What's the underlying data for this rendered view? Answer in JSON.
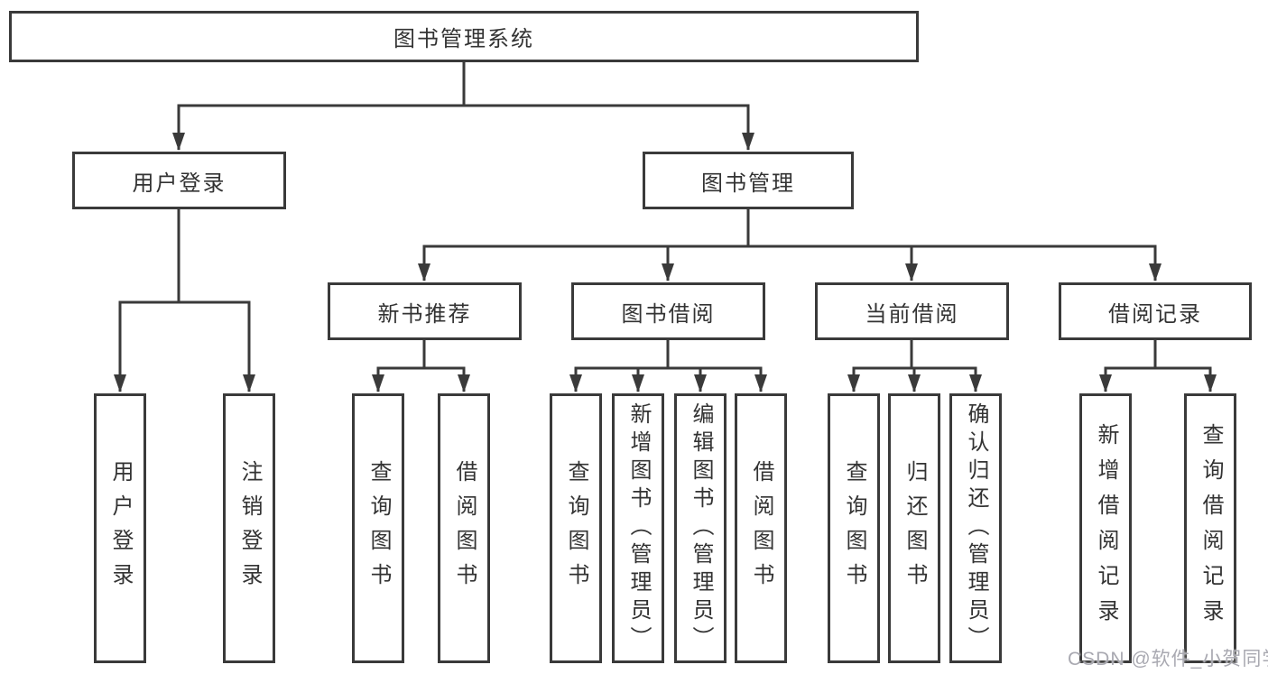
{
  "tree": {
    "root": {
      "label": "图书管理系统"
    },
    "branches": [
      {
        "label": "用户登录",
        "children": [
          {
            "label": "用户登录"
          },
          {
            "label": "注销登录"
          }
        ]
      },
      {
        "label": "图书管理",
        "children": [
          {
            "label": "新书推荐",
            "children": [
              {
                "label": "查询图书"
              },
              {
                "label": "借阅图书"
              }
            ]
          },
          {
            "label": "图书借阅",
            "children": [
              {
                "label": "查询图书"
              },
              {
                "label": "新增图书（管理员）"
              },
              {
                "label": "编辑图书（管理员）"
              },
              {
                "label": "借阅图书"
              }
            ]
          },
          {
            "label": "当前借阅",
            "children": [
              {
                "label": "查询图书"
              },
              {
                "label": "归还图书"
              },
              {
                "label": "确认归还（管理员）"
              }
            ]
          },
          {
            "label": "借阅记录",
            "children": [
              {
                "label": "新增借阅记录"
              },
              {
                "label": "查询借阅记录"
              }
            ]
          }
        ]
      }
    ]
  },
  "watermark": {
    "text": "CSDN @软件_小贺同学"
  },
  "colors": {
    "line": "#3a3a3a",
    "text": "#333333",
    "watermark": "#a9a9b1",
    "background": "#ffffff"
  }
}
